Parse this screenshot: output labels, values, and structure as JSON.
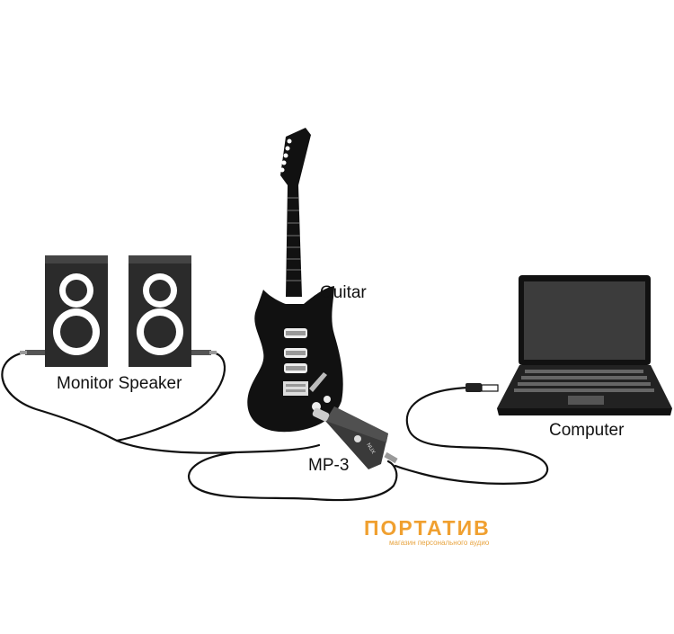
{
  "labels": {
    "guitar": "Guitar",
    "monitor_speaker": "Monitor Speaker",
    "computer": "Computer",
    "device": "MP-3"
  },
  "device_brand": "NUX",
  "watermark": {
    "name": "ПОРТАТИВ",
    "tagline": "магазин персонального аудио"
  },
  "colors": {
    "ink": "#111111",
    "device_body": "#3a3a3a",
    "speaker_cabinet": "#2b2b2b",
    "laptop_screen": "#3c3c3c",
    "watermark": "#f0a030"
  }
}
